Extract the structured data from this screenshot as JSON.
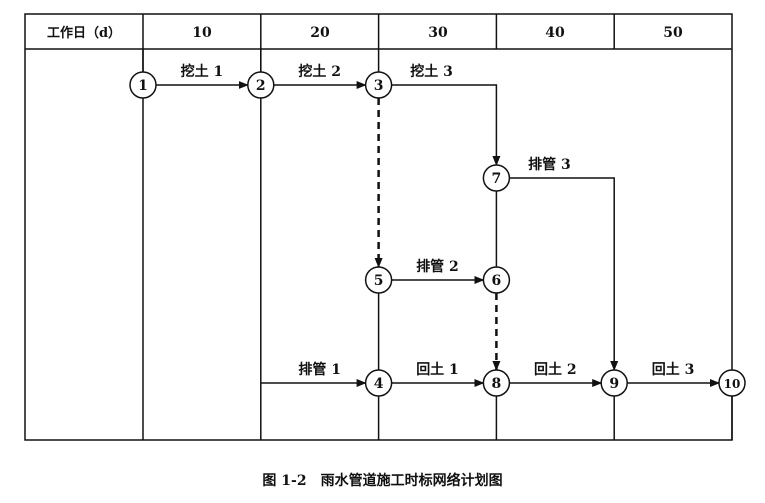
{
  "header": {
    "label": "工作日（d）",
    "ticks": [
      "10",
      "20",
      "30",
      "40",
      "50"
    ]
  },
  "nodes": [
    {
      "id": "1",
      "day": 0,
      "row": 0
    },
    {
      "id": "2",
      "day": 10,
      "row": 0
    },
    {
      "id": "3",
      "day": 20,
      "row": 0
    },
    {
      "id": "7",
      "day": 30,
      "row": 1
    },
    {
      "id": "5",
      "day": 20,
      "row": 2
    },
    {
      "id": "6",
      "day": 30,
      "row": 2
    },
    {
      "id": "4",
      "day": 20,
      "row": 3
    },
    {
      "id": "8",
      "day": 30,
      "row": 3
    },
    {
      "id": "9",
      "day": 40,
      "row": 3
    },
    {
      "id": "10",
      "day": 50,
      "row": 3
    }
  ],
  "activities": [
    {
      "from": "1",
      "to": "2",
      "label": "挖土 1",
      "type": "solid"
    },
    {
      "from": "2",
      "to": "3",
      "label": "挖土 2",
      "type": "solid"
    },
    {
      "from": "3",
      "to": "7",
      "label": "挖土 3",
      "type": "solid"
    },
    {
      "from": "7",
      "to": "9",
      "label": "排管 3",
      "type": "solid"
    },
    {
      "from": "5",
      "to": "6",
      "label": "排管 2",
      "type": "solid"
    },
    {
      "from": "2",
      "to": "4",
      "label": "排管 1",
      "type": "solid"
    },
    {
      "from": "4",
      "to": "8",
      "label": "回土 1",
      "type": "solid"
    },
    {
      "from": "8",
      "to": "9",
      "label": "回土 2",
      "type": "solid"
    },
    {
      "from": "9",
      "to": "10",
      "label": "回土 3",
      "type": "solid"
    },
    {
      "from": "3",
      "to": "5",
      "label": "",
      "type": "dummy"
    },
    {
      "from": "6",
      "to": "8",
      "label": "",
      "type": "dummy"
    }
  ],
  "caption": "图 1-2　雨水管道施工时标网络计划图"
}
